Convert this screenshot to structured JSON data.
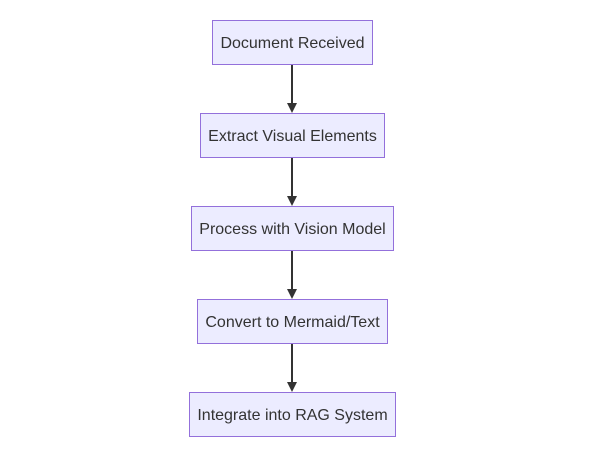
{
  "flowchart": {
    "direction": "top-down",
    "nodes": [
      {
        "id": "n1",
        "label": "Document Received"
      },
      {
        "id": "n2",
        "label": "Extract Visual Elements"
      },
      {
        "id": "n3",
        "label": "Process with Vision Model"
      },
      {
        "id": "n4",
        "label": "Convert to Mermaid/Text"
      },
      {
        "id": "n5",
        "label": "Integrate into RAG System"
      }
    ],
    "edges": [
      {
        "from": "n1",
        "to": "n2"
      },
      {
        "from": "n2",
        "to": "n3"
      },
      {
        "from": "n3",
        "to": "n4"
      },
      {
        "from": "n4",
        "to": "n5"
      }
    ],
    "colors": {
      "node_fill": "#ECECFF",
      "node_border": "#9370DB",
      "text": "#333333",
      "edge": "#333333"
    }
  }
}
